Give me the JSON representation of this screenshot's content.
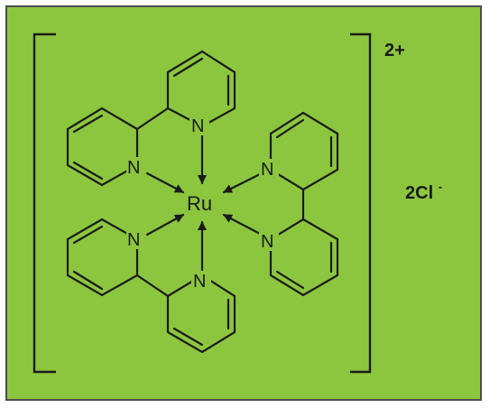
{
  "complex": {
    "metal": "Ru",
    "donor_atom": "N",
    "charge": "2+",
    "counter_ion": "2Cl",
    "counter_ion_charge": "-"
  },
  "colors": {
    "background": "#8cc63f",
    "border": "#4d4d4d",
    "ink": "#1a1a1a"
  }
}
